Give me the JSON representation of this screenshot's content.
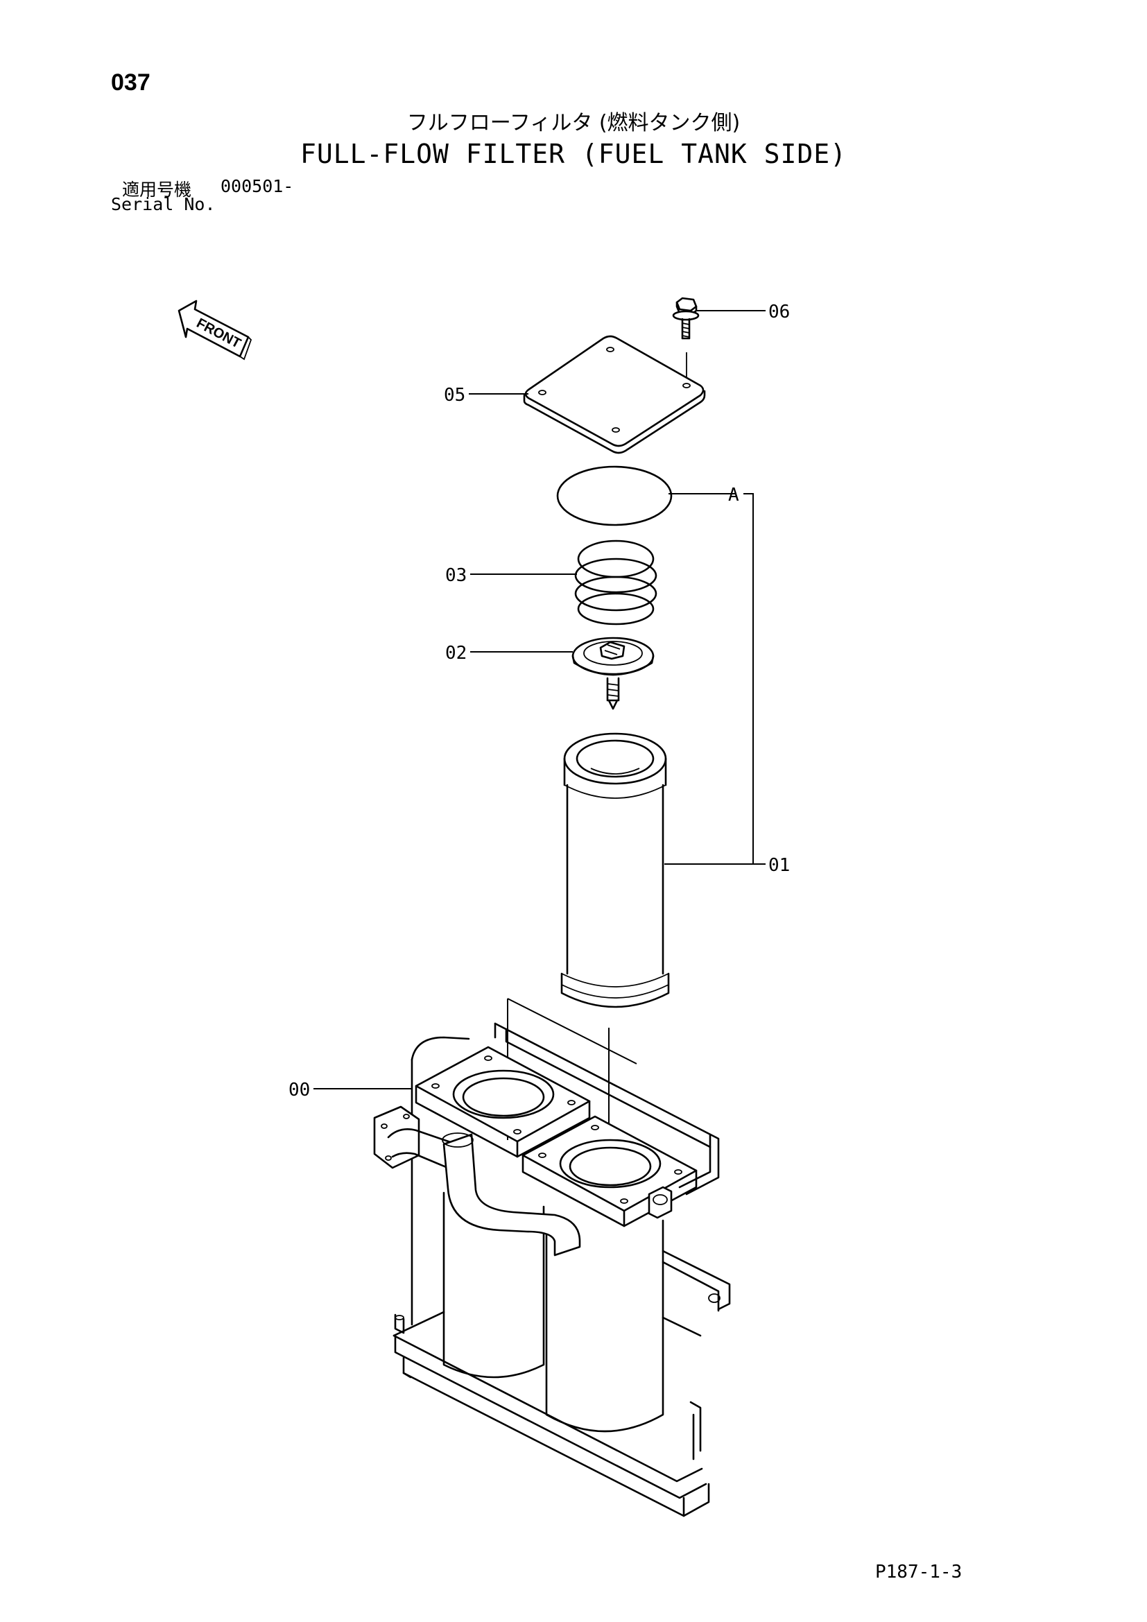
{
  "page_number": "037",
  "title_jp": "フルフローフィルタ (燃料タンク側)",
  "title_en": "FULL-FLOW FILTER (FUEL TANK SIDE)",
  "serial": {
    "label_jp": "適用号機",
    "value": "000501-",
    "label_en": "Serial No."
  },
  "orientation_label": "FRONT",
  "callouts": {
    "c06": "06",
    "c05": "05",
    "cA": "A",
    "c03": "03",
    "c02": "02",
    "c01": "01",
    "c00": "00"
  },
  "page_code": "P187-1-3"
}
